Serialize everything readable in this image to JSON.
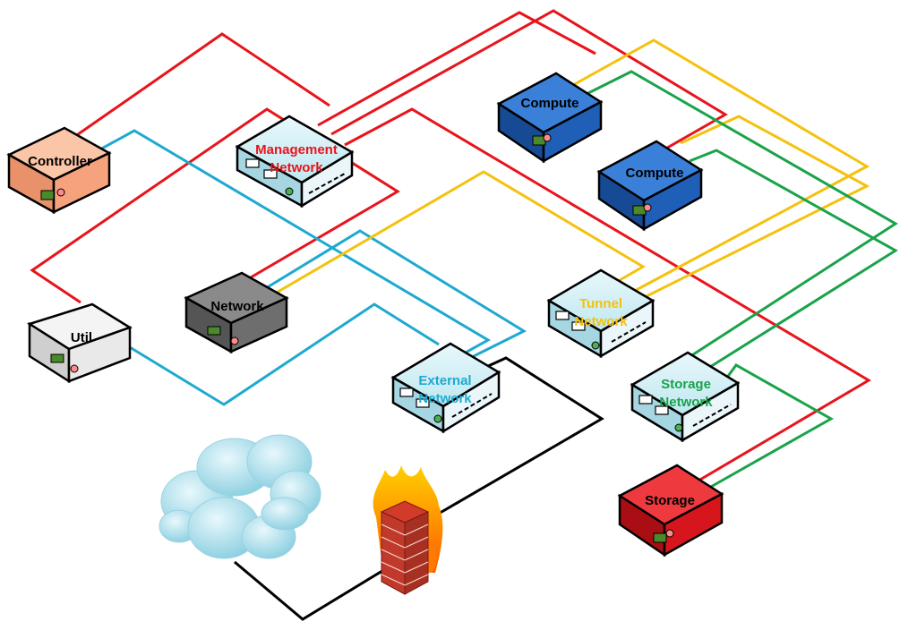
{
  "colors": {
    "management": "#e8141c",
    "external": "#1fa9d0",
    "tunnel": "#f4c20d",
    "storage": "#1aa34a",
    "internet": "#000000"
  },
  "nodes": {
    "controller": {
      "label": "Controller",
      "kind": "server",
      "color": "#f6a27c"
    },
    "util": {
      "label": "Util",
      "kind": "server",
      "color": "#e9e9e9"
    },
    "network_node": {
      "label": "Network",
      "kind": "server",
      "color": "#6e6e6e"
    },
    "compute1": {
      "label": "Compute",
      "kind": "server",
      "color": "#1f5fb8"
    },
    "compute2": {
      "label": "Compute",
      "kind": "server",
      "color": "#1f5fb8"
    },
    "storage_node": {
      "label": "Storage",
      "kind": "server",
      "color": "#d7151c"
    },
    "mgmt_switch": {
      "label_line1": "Management",
      "label_line2": "Network",
      "kind": "switch",
      "label_color": "#e8141c"
    },
    "tunnel_switch": {
      "label_line1": "Tunnel",
      "label_line2": "Network",
      "kind": "switch",
      "label_color": "#f4c20d"
    },
    "external_switch": {
      "label_line1": "External",
      "label_line2": "Network",
      "kind": "switch",
      "label_color": "#1fa9d0"
    },
    "storage_switch": {
      "label_line1": "Storage",
      "label_line2": "Network",
      "kind": "switch",
      "label_color": "#1aa34a"
    },
    "cloud": {
      "icon": "cloud-icon"
    },
    "firewall": {
      "icon": "firewall-icon"
    }
  }
}
